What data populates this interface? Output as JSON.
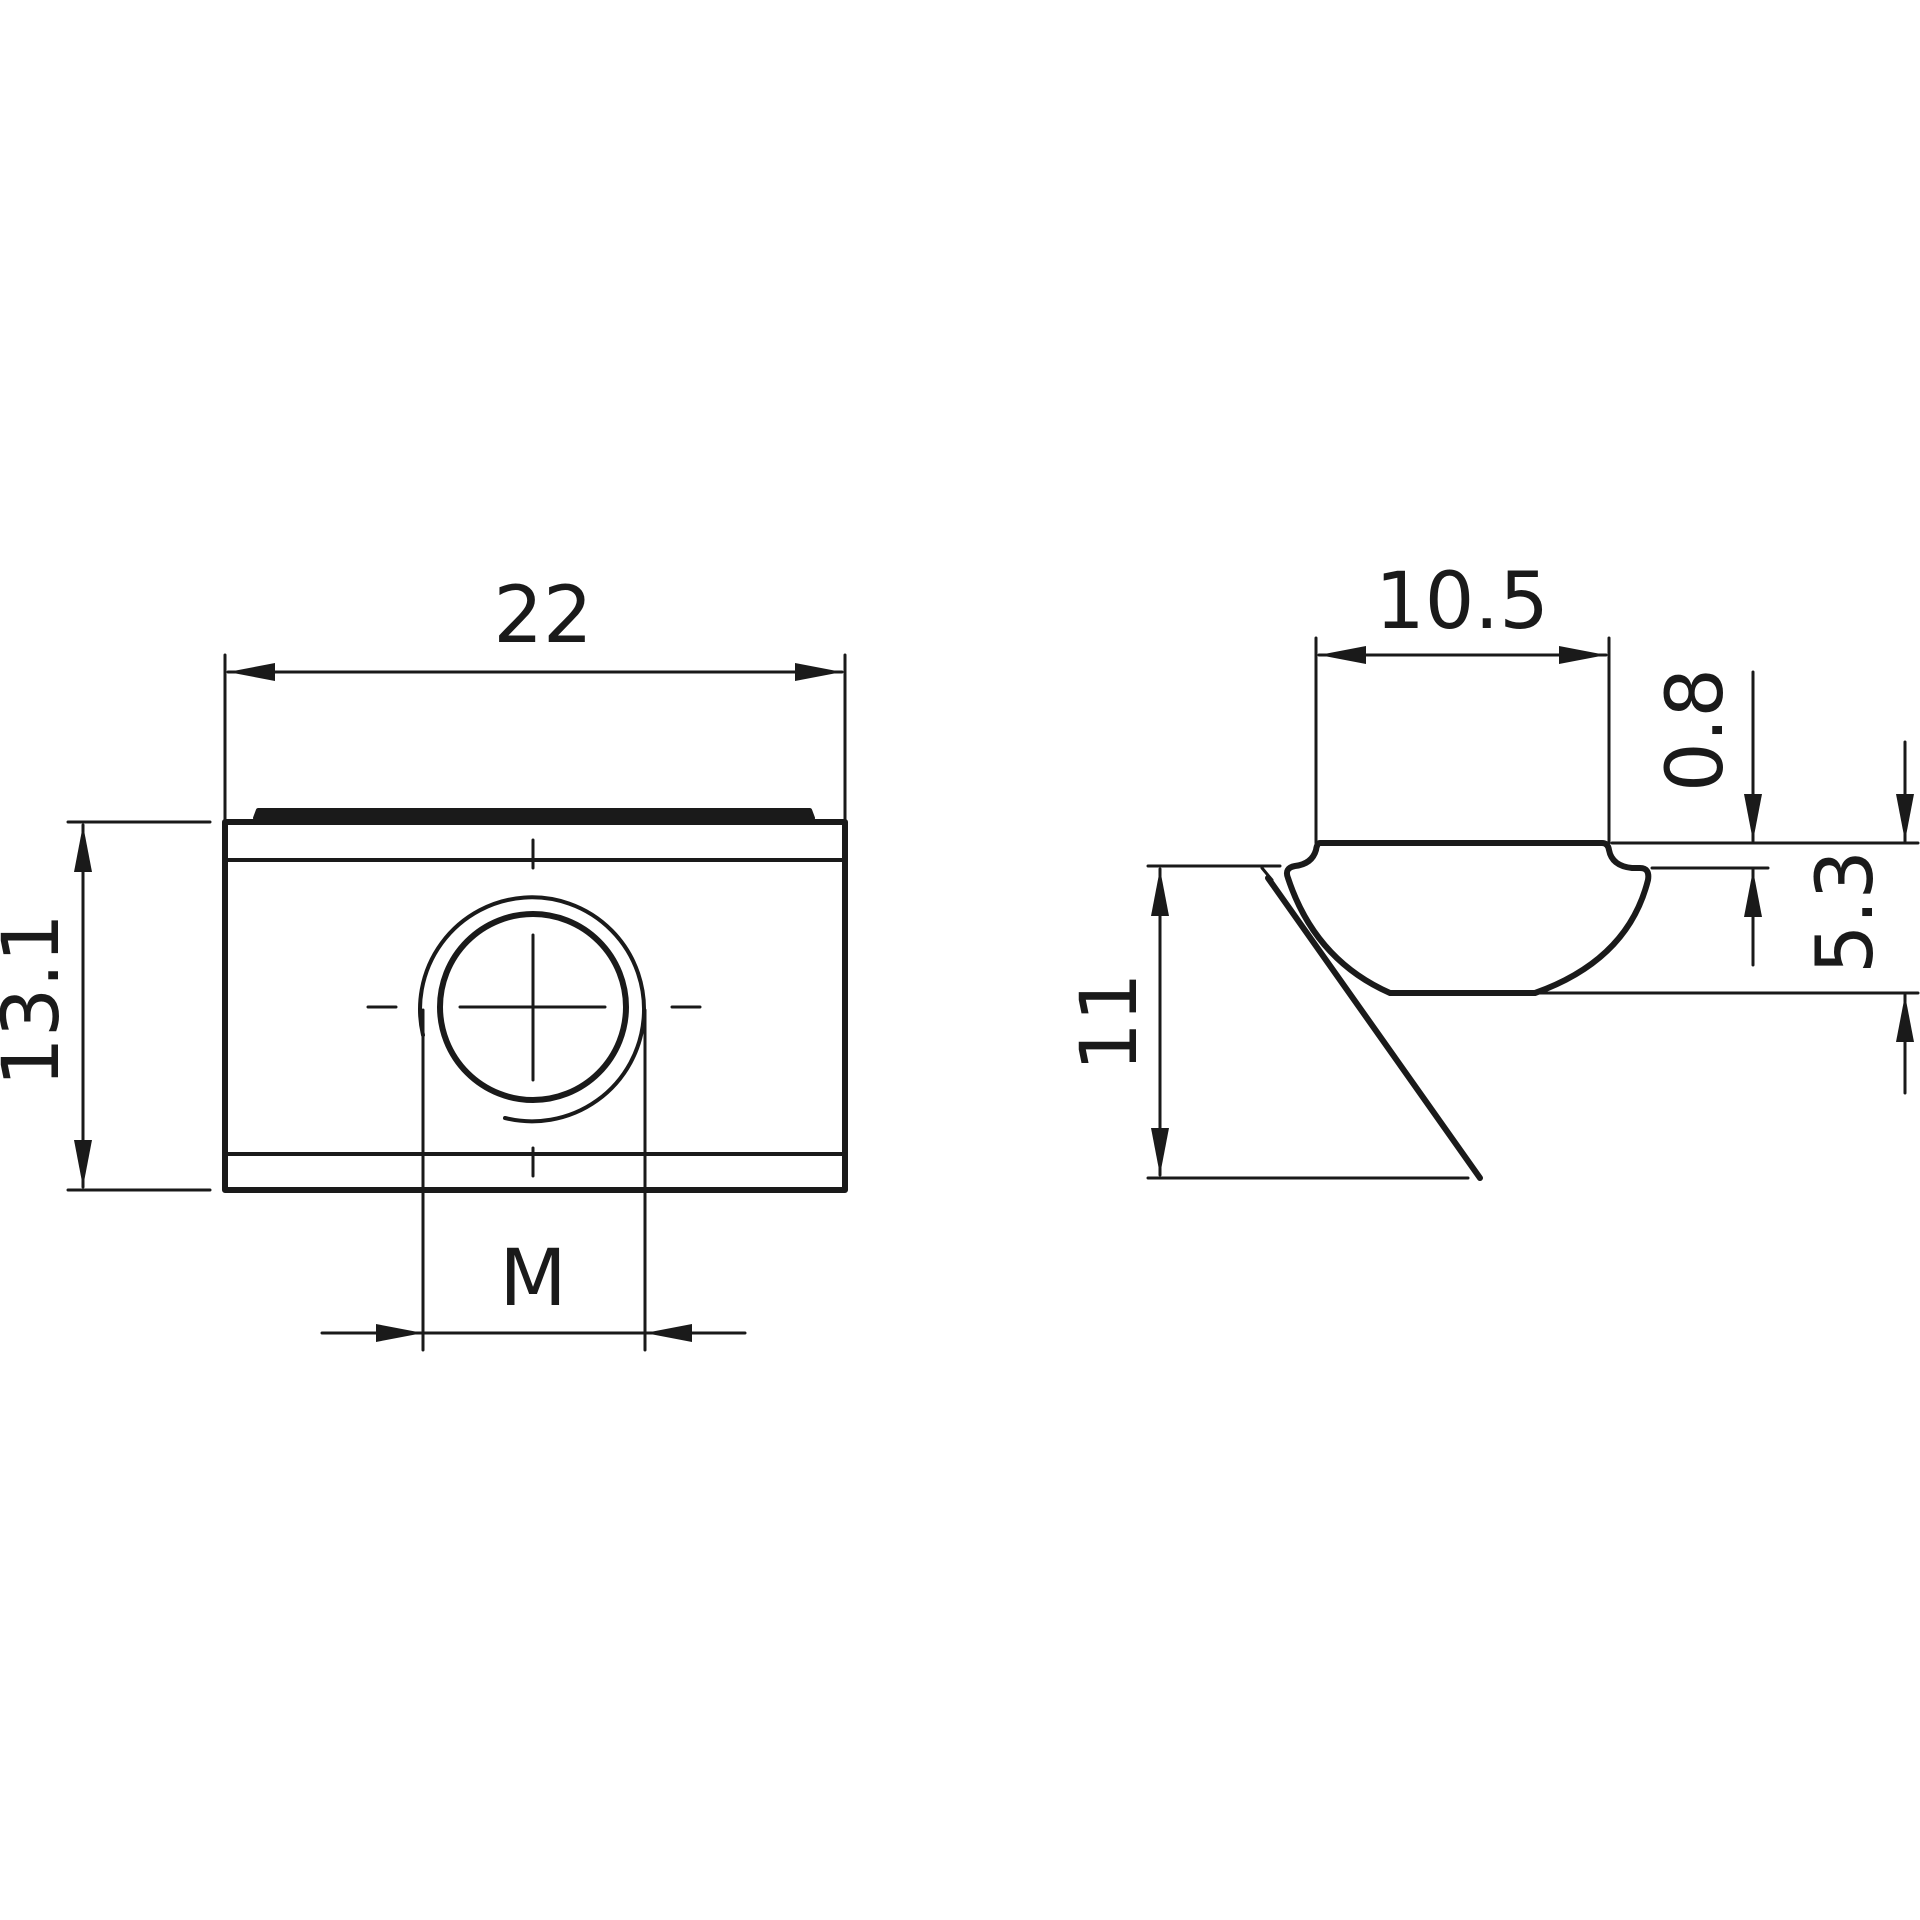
{
  "drawing": {
    "front_view": {
      "width_dim": "22",
      "height_dim": "13.1",
      "thread_dim": "M"
    },
    "side_view": {
      "top_width_dim": "10.5",
      "step_dim": "0.8",
      "body_height_dim": "5.3",
      "overall_height_dim": "11"
    }
  }
}
